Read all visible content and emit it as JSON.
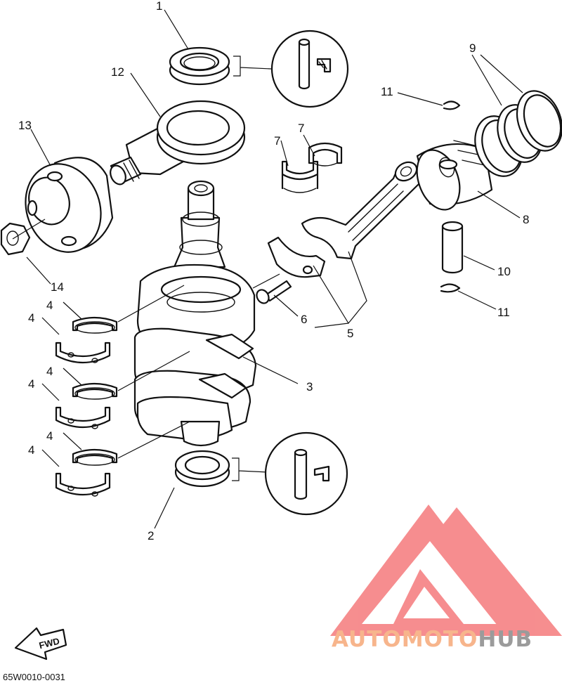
{
  "callouts": {
    "p1": "1",
    "p2": "2",
    "p3": "3",
    "p4a": "4",
    "p4b": "4",
    "p4c": "4",
    "p4d": "4",
    "p4e": "4",
    "p4f": "4",
    "p5": "5",
    "p6": "6",
    "p7a": "7",
    "p7b": "7",
    "p8": "8",
    "p9": "9",
    "p10": "10",
    "p11a": "11",
    "p11b": "11",
    "p12": "12",
    "p13": "13",
    "p14": "14"
  },
  "fwd_arrow": {
    "label": "FWD"
  },
  "diagram_code": "65W0010-0031",
  "watermark": {
    "part1": "AUTOMOTO",
    "part2": "HUB",
    "color_primary": "#f7b58c",
    "color_secondary": "#9b9b9b",
    "logo_color": "#f3686a"
  }
}
